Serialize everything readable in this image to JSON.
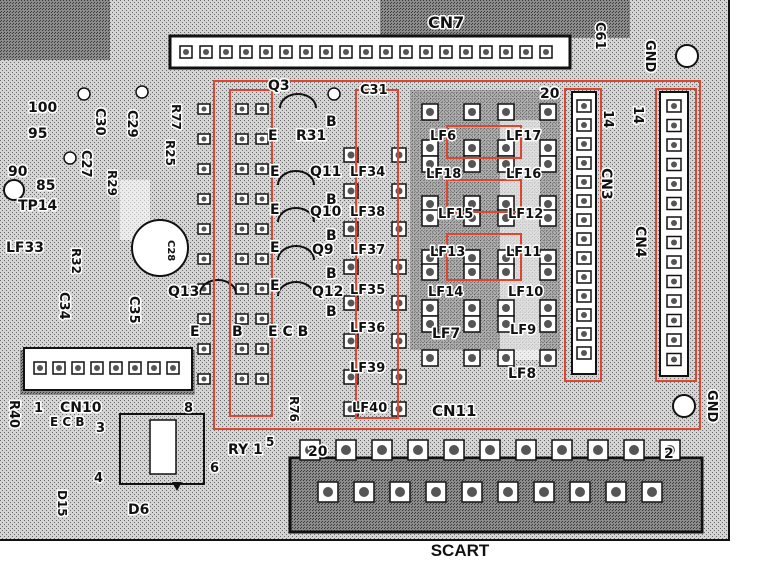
{
  "caption": "SCART",
  "colors": {
    "board": "#bdbdbd",
    "highlight": "#e0452f",
    "ink": "#111111",
    "pad": "#ffffff"
  },
  "labels": {
    "cn7": "CN7",
    "cn10": "CN10",
    "cn11": "CN11",
    "cn3": "CN3",
    "cn4": "CN4",
    "c31": "C31",
    "c30": "C30",
    "c29": "C29",
    "c27": "C27",
    "c28": "C28",
    "c34": "C34",
    "c35": "C35",
    "c61": "C61",
    "q3": "Q3",
    "q11": "Q11",
    "q10": "Q10",
    "q9": "Q9",
    "q12": "Q12",
    "q13": "Q13",
    "r31": "R31",
    "r29": "R29",
    "r32": "R32",
    "r40": "R40",
    "r76": "R76",
    "r77": "R77",
    "r25": "R25",
    "lf33": "LF33",
    "lf34": "LF34",
    "lf38": "LF38",
    "lf37": "LF37",
    "lf35": "LF35",
    "lf36": "LF36",
    "lf39": "LF39",
    "lf40": "LF40",
    "lf6": "LF6",
    "lf17": "LF17",
    "lf18": "LF18",
    "lf16": "LF16",
    "lf15": "LF15",
    "lf12": "LF12",
    "lf13": "LF13",
    "lf11": "LF11",
    "lf14": "LF14",
    "lf10": "LF10",
    "lf7": "LF7",
    "lf9": "LF9",
    "lf8": "LF8",
    "tp14": "TP14",
    "ry1": "RY 1",
    "d6": "D6",
    "d15": "D15",
    "gnd_top": "GND",
    "gnd_right": "GND",
    "pin_20_top": "20",
    "pin_14": "14",
    "pin_14b": "14",
    "pin_20_bottom": "20",
    "pin_2": "2",
    "pin_100": "100",
    "pin_95": "95",
    "pin_90": "90",
    "pin_85": "85",
    "pin_8": "8",
    "pin_1": "1",
    "pin_6": "6",
    "pin_5": "5",
    "pin_4": "4",
    "pin_3": "3",
    "b1": "B",
    "b2": "B",
    "b3": "B",
    "b4": "B",
    "b5": "B",
    "b6": "B",
    "e1": "E",
    "e2": "E",
    "e3": "E",
    "e4": "E",
    "e5": "E",
    "e6": "E",
    "ecb": "E C B",
    "ecb2": "E C B"
  }
}
